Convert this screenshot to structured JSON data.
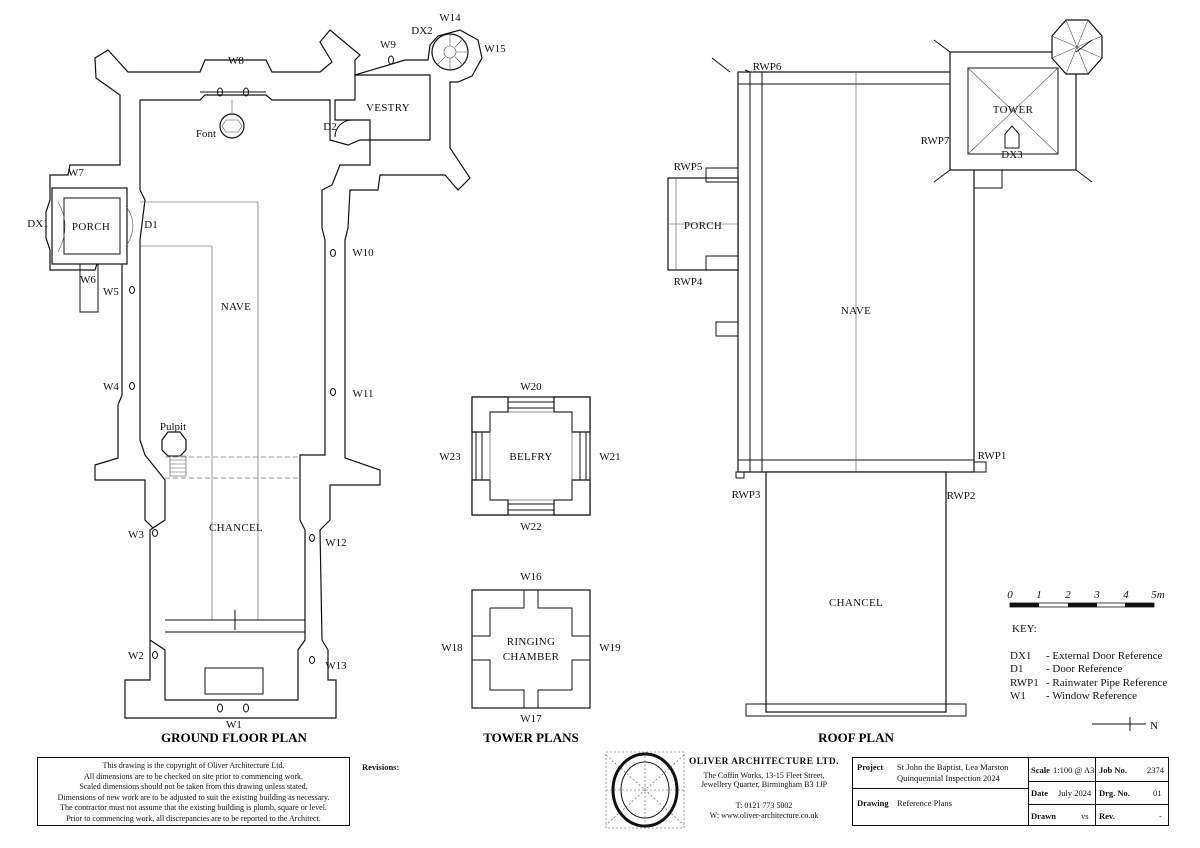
{
  "plan_titles": {
    "ground": "GROUND FLOOR PLAN",
    "tower": "TOWER PLANS",
    "roof": "ROOF PLAN"
  },
  "ground_rooms": {
    "nave": "NAVE",
    "chancel": "CHANCEL",
    "porch": "PORCH",
    "vestry": "VESTRY",
    "font": "Font",
    "pulpit": "Pulpit"
  },
  "ground_refs": [
    "W8",
    "W9",
    "DX2",
    "W14",
    "W15",
    "D2",
    "W7",
    "DX1",
    "D1",
    "W6",
    "W5",
    "W10",
    "W4",
    "W11",
    "W3",
    "W12",
    "W2",
    "W13",
    "W1"
  ],
  "tower_rooms": {
    "belfry": "BELFRY",
    "ringing_1": "RINGING",
    "ringing_2": "CHAMBER"
  },
  "tower_refs": {
    "w20": "W20",
    "w21": "W21",
    "w22": "W22",
    "w23": "W23",
    "w16": "W16",
    "w17": "W17",
    "w18": "W18",
    "w19": "W19"
  },
  "roof_labels": {
    "tower": "TOWER",
    "dx3": "DX3",
    "porch": "PORCH",
    "nave": "NAVE",
    "chancel": "CHANCEL",
    "rwp1": "RWP1",
    "rwp2": "RWP2",
    "rwp3": "RWP3",
    "rwp4": "RWP4",
    "rwp5": "RWP5",
    "rwp6": "RWP6",
    "rwp7": "RWP7"
  },
  "scale_bar": {
    "ticks": [
      "0",
      "1",
      "2",
      "3",
      "4",
      "5m"
    ]
  },
  "key": {
    "title": "KEY:",
    "items": [
      {
        "code": "DX1",
        "desc": "- External Door Reference"
      },
      {
        "code": "D1",
        "desc": "- Door Reference"
      },
      {
        "code": "RWP1",
        "desc": "- Rainwater Pipe Reference"
      },
      {
        "code": "W1",
        "desc": "- Window Reference"
      }
    ]
  },
  "north": "N",
  "disclaimer": [
    "This drawing is the copyright of Oliver Architecture Ltd.",
    "All dimensions are to be checked on site prior to commencing work.",
    "Scaled dimensions should not be taken from this drawing unless stated.",
    "Dimensions of new work are to be adjusted to suit the existing building as necessary.",
    "The contractor must not assume that the existing building is plumb, square or level.",
    "Prior to commencing work, all discrepancies are to be reported to the Architect."
  ],
  "revisions_label": "Revisions:",
  "firm": {
    "name": "OLIVER ARCHITECTURE LTD.",
    "addr1": "The Coffin Works, 13-15 Fleet Street,",
    "addr2": "Jewellery Quarter, Birmingham B3 1JP",
    "tel": "T:  0121 773 5002",
    "web": "W:  www.oliver-architecture.co.uk"
  },
  "title_block": {
    "project_label": "Project",
    "project_line1": "St John the Baptist, Lea Marston",
    "project_line2": "Quinquennial Inspection 2024",
    "drawing_label": "Drawing",
    "drawing_value": "Reference Plans",
    "scale_label": "Scale",
    "scale_value": "1:100 @ A3",
    "date_label": "Date",
    "date_value": "July 2024",
    "drawn_label": "Drawn",
    "drawn_value": "vs",
    "job_label": "Job No.",
    "job_value": "2374",
    "drg_label": "Drg. No.",
    "drg_value": "01",
    "rev_label": "Rev.",
    "rev_value": "-"
  }
}
